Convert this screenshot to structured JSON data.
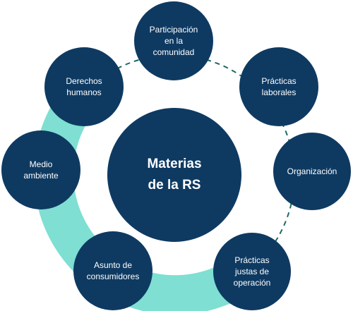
{
  "diagram": {
    "colors": {
      "node": "#0e3a62",
      "accent": "#7edfd2",
      "ring": "#1e6a63",
      "text": "#ffffff"
    },
    "center": {
      "label": "Materias\nde la RS"
    },
    "nodes": [
      {
        "label": "Participación\nen la\ncomunidad"
      },
      {
        "label": "Prácticas\nlaborales"
      },
      {
        "label": "Organización"
      },
      {
        "label": "Prácticas\njustas de\noperación"
      },
      {
        "label": "Asunto de\nconsumidores"
      },
      {
        "label": "Medio\nambiente"
      },
      {
        "label": "Derechos\nhumanos"
      }
    ]
  }
}
